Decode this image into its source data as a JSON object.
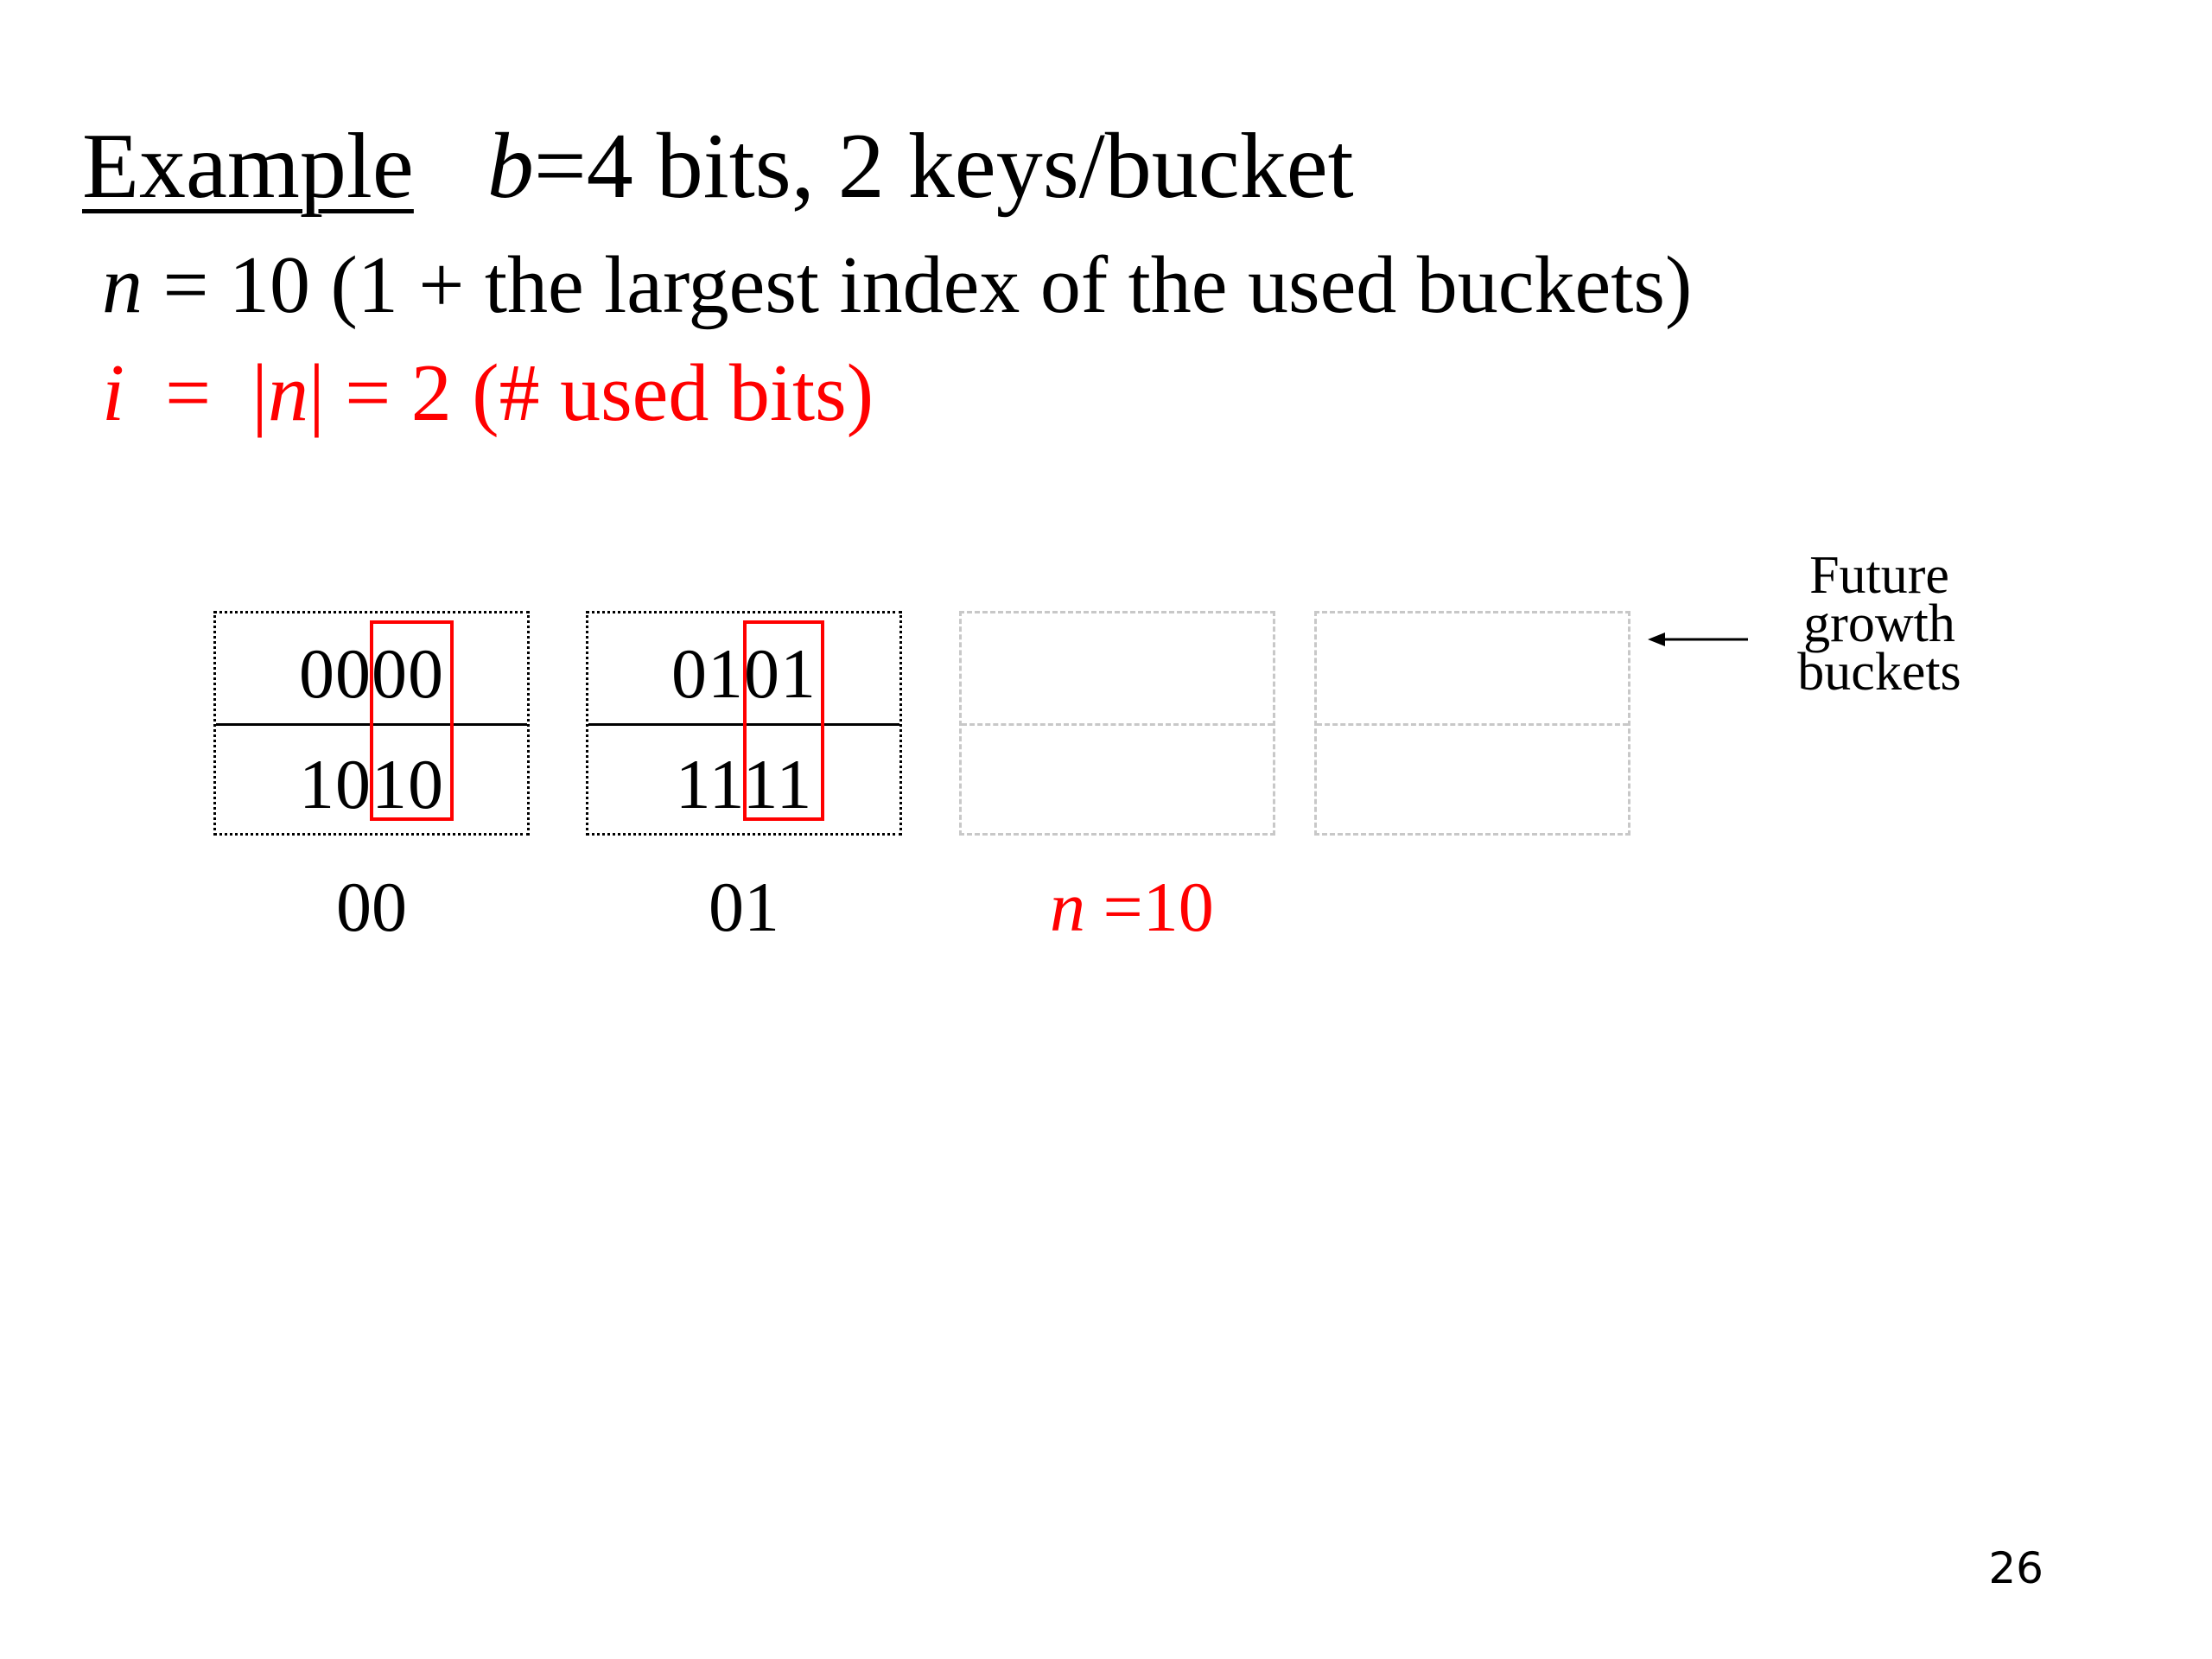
{
  "title": {
    "underlined": "Example",
    "var_b": "b",
    "rest": "=4 bits, 2 keys/bucket"
  },
  "line_n": {
    "var": "n",
    "text": " = 10 (1 + the largest index of the used buckets)"
  },
  "line_i": {
    "var_i": "i",
    "eq": "  =  |",
    "var_n": "n",
    "text": "| = 2 (# used bits)",
    "color": "#ff0000"
  },
  "buckets": [
    {
      "keys": [
        "0000",
        "1010"
      ],
      "label": "00"
    },
    {
      "keys": [
        "0101",
        "1111"
      ],
      "label": "01"
    }
  ],
  "n_marker": {
    "var": "n",
    "text": " =10",
    "color": "#ff0000"
  },
  "future_label": "Future growth buckets",
  "page_number": "26"
}
